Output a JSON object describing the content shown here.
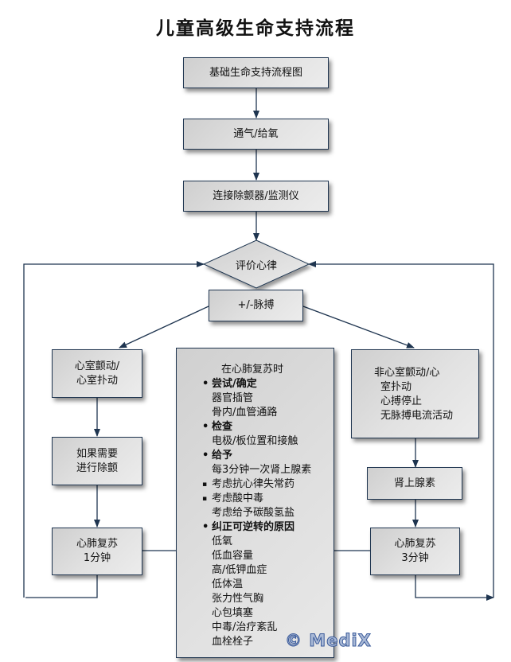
{
  "title": "儿童高级生命支持流程",
  "nodes": {
    "bls": "基础生命支持流程图",
    "ventilate": "通气/给氧",
    "attach": "连接除颤器/监测仪",
    "assess": "评价心律",
    "pulse": "+/-脉搏",
    "vf_vt": [
      "心室颤动/",
      "心室扑动"
    ],
    "defib": [
      "如果需要",
      "进行除颤"
    ],
    "cpr_left": [
      "心肺复苏",
      "1分钟"
    ],
    "non_vf": [
      "非心室颤动/心",
      "室扑动",
      "心搏停止",
      "无脉搏电流活动"
    ],
    "epinephrine": "肾上腺素",
    "cpr_right": [
      "心肺复苏",
      "3分钟"
    ]
  },
  "during_cpr": {
    "header": "在心肺复苏时",
    "sections": [
      {
        "heading": "尝试/确定",
        "style": "bold",
        "items": [
          "器官插管",
          "骨内/血管通路"
        ]
      },
      {
        "heading": "检查",
        "style": "bold",
        "items": [
          "电极/板位置和接触"
        ]
      },
      {
        "heading": "给予",
        "style": "bold",
        "items": [
          "每3分钟一次肾上腺素"
        ]
      },
      {
        "heading": "考虑抗心律失常药",
        "style": "square",
        "items": []
      },
      {
        "heading": "考虑酸中毒",
        "style": "square",
        "items": [
          "考虑给予碳酸氢盐"
        ]
      },
      {
        "heading": "纠正可逆转的原因",
        "style": "bold",
        "items": [
          "低氧",
          "低血容量",
          "高/低钾血症",
          "低体温",
          "张力性气胸",
          "心包填塞",
          "中毒/治疗紊乱",
          "血栓栓子"
        ]
      }
    ]
  },
  "watermark": "© MediX",
  "colors": {
    "line": "#1f3550",
    "box_fill": "#dcdcdc",
    "watermark": "#a9b9d6"
  }
}
